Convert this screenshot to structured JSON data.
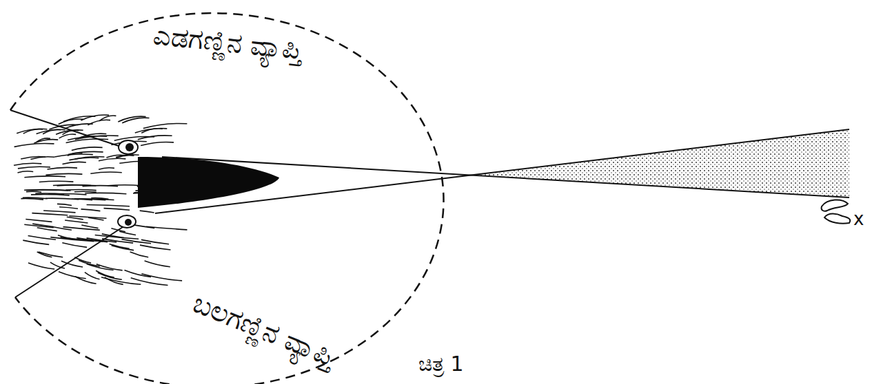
{
  "diagram": {
    "caption": "ಚಿತ್ರ 1",
    "labels": [
      "ಎಡಗಣ್ಣಿನ ವ್ಯಾಪ್ತಿ",
      "ಬಲಗಣ್ಣಿನ ವ್ಯಾಪ್ತಿ",
      "x"
    ]
  }
}
